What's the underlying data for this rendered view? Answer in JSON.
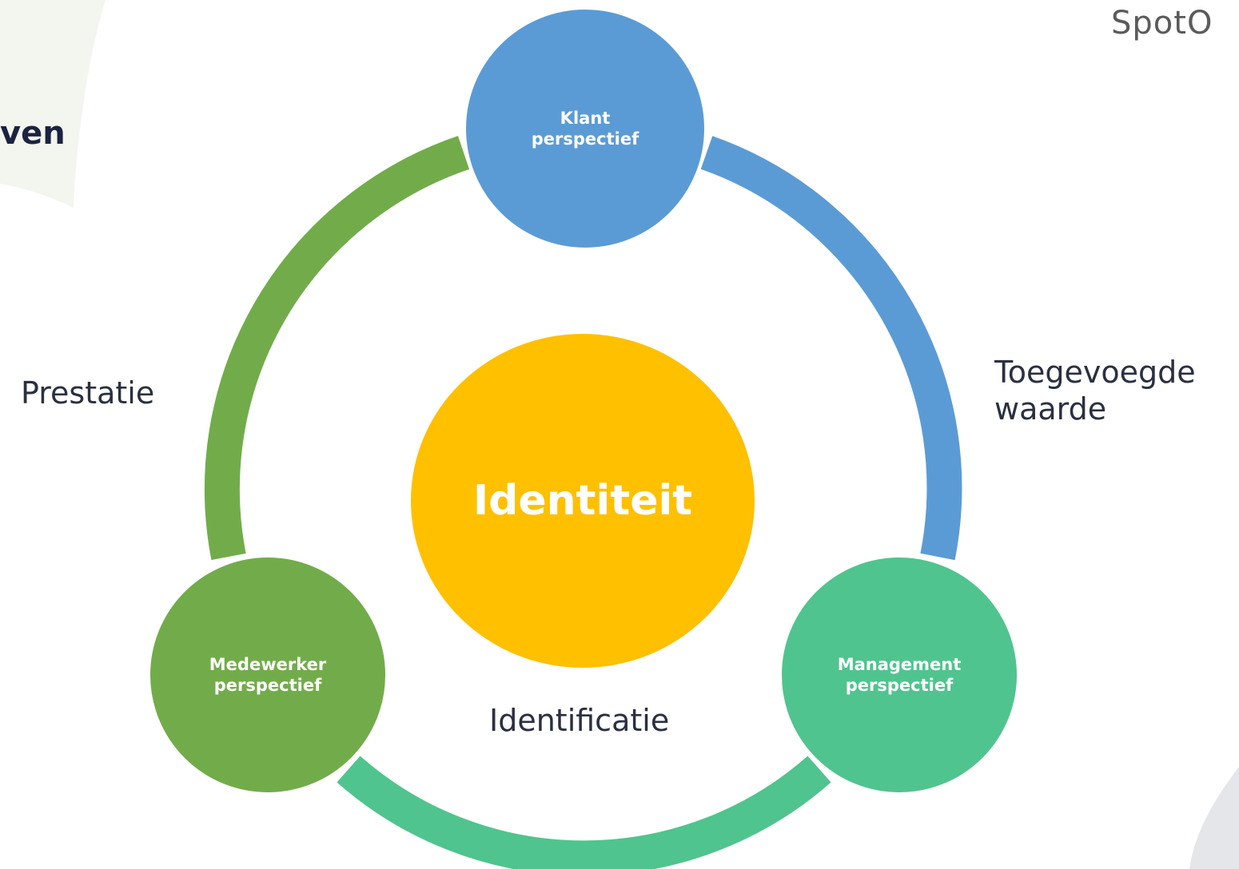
{
  "title": {
    "line1": ".",
    "line2": "ven"
  },
  "logo": {
    "text": "SpotO"
  },
  "colors": {
    "blue": "#5b9bd5",
    "green_dark": "#72ac4a",
    "green_light": "#50c48e",
    "yellow": "#ffc000",
    "title": "#1c2340"
  },
  "nodes": {
    "klant": "Klant\nperspectief",
    "medewerker": "Medewerker\nperspectief",
    "management": "Management\nperspectief",
    "center": "Identiteit"
  },
  "edges": {
    "prestatie": "Prestatie",
    "toegevoegde": "Toegevoegde\nwaarde",
    "identificatie": "Identificatie"
  }
}
